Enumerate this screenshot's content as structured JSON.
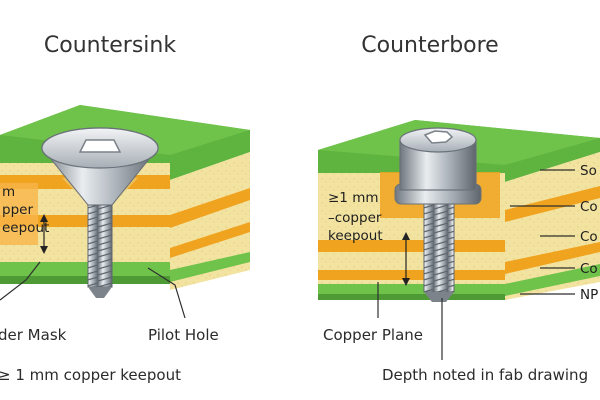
{
  "titles": {
    "left": "Countersink",
    "right": "Counterbore"
  },
  "left_diagram": {
    "keepout_lines": [
      "m",
      "pper",
      "eepout"
    ],
    "labels": {
      "solder_mask": "der Mask",
      "pilot_hole": "Pilot Hole"
    },
    "footnote": "≥ 1 mm copper keepout"
  },
  "right_diagram": {
    "keepout_lines": [
      "≥1 mm",
      "–copper",
      "keepout"
    ],
    "side_labels": [
      "So",
      "Co",
      "Co",
      "Co",
      "NP"
    ],
    "labels": {
      "copper_plane": "Copper Plane",
      "depth_note": "Depth noted in fab drawing"
    }
  },
  "colors": {
    "solder_mask_green": "#5fb33f",
    "copper_orange": "#f0a31f",
    "fr4_yellow": "#f4e5a4",
    "screw_steel": "#9ea5ad"
  }
}
